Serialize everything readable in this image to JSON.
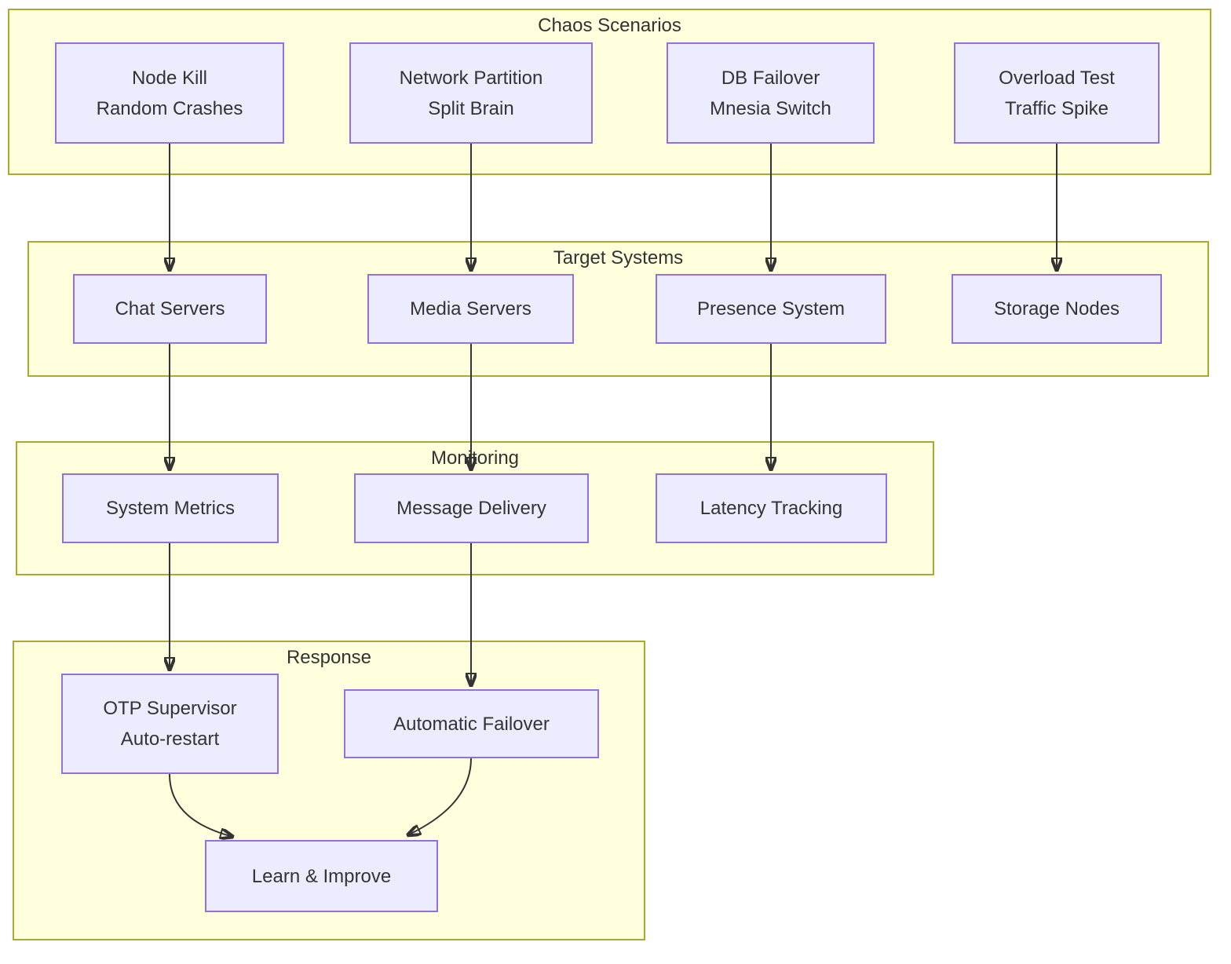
{
  "diagram": {
    "colors": {
      "cluster_fill": "#ffffde",
      "cluster_border": "#aaaa33",
      "node_fill": "#ececff",
      "node_border": "#9370db",
      "edge_color": "#333333",
      "text_color": "#333333",
      "background": "#ffffff"
    },
    "groups": [
      {
        "id": "chaos-scenarios",
        "title": "Chaos Scenarios"
      },
      {
        "id": "target-systems",
        "title": "Target Systems"
      },
      {
        "id": "monitoring",
        "title": "Monitoring"
      },
      {
        "id": "response",
        "title": "Response"
      }
    ],
    "nodes": {
      "node_kill": {
        "lines": [
          "Node Kill",
          "Random Crashes"
        ]
      },
      "network_partition": {
        "lines": [
          "Network Partition",
          "Split Brain"
        ]
      },
      "db_failover": {
        "lines": [
          "DB Failover",
          "Mnesia Switch"
        ]
      },
      "overload_test": {
        "lines": [
          "Overload Test",
          "Traffic Spike"
        ]
      },
      "chat_servers": {
        "lines": [
          "Chat Servers"
        ]
      },
      "media_servers": {
        "lines": [
          "Media Servers"
        ]
      },
      "presence_system": {
        "lines": [
          "Presence System"
        ]
      },
      "storage_nodes": {
        "lines": [
          "Storage Nodes"
        ]
      },
      "system_metrics": {
        "lines": [
          "System Metrics"
        ]
      },
      "message_delivery": {
        "lines": [
          "Message Delivery"
        ]
      },
      "latency_tracking": {
        "lines": [
          "Latency Tracking"
        ]
      },
      "otp_supervisor": {
        "lines": [
          "OTP Supervisor",
          "Auto-restart"
        ]
      },
      "automatic_failover": {
        "lines": [
          "Automatic Failover"
        ]
      },
      "learn_improve": {
        "lines": [
          "Learn & Improve"
        ]
      }
    },
    "edges": [
      {
        "from": "node-kill",
        "to": "chat-servers"
      },
      {
        "from": "network-partition",
        "to": "media-servers"
      },
      {
        "from": "db-failover",
        "to": "presence-system"
      },
      {
        "from": "overload-test",
        "to": "storage-nodes"
      },
      {
        "from": "chat-servers",
        "to": "system-metrics"
      },
      {
        "from": "media-servers",
        "to": "message-delivery"
      },
      {
        "from": "presence-system",
        "to": "latency-tracking"
      },
      {
        "from": "system-metrics",
        "to": "otp-supervisor"
      },
      {
        "from": "message-delivery",
        "to": "automatic-failover"
      },
      {
        "from": "otp-supervisor",
        "to": "learn-improve"
      },
      {
        "from": "automatic-failover",
        "to": "learn-improve"
      }
    ]
  }
}
